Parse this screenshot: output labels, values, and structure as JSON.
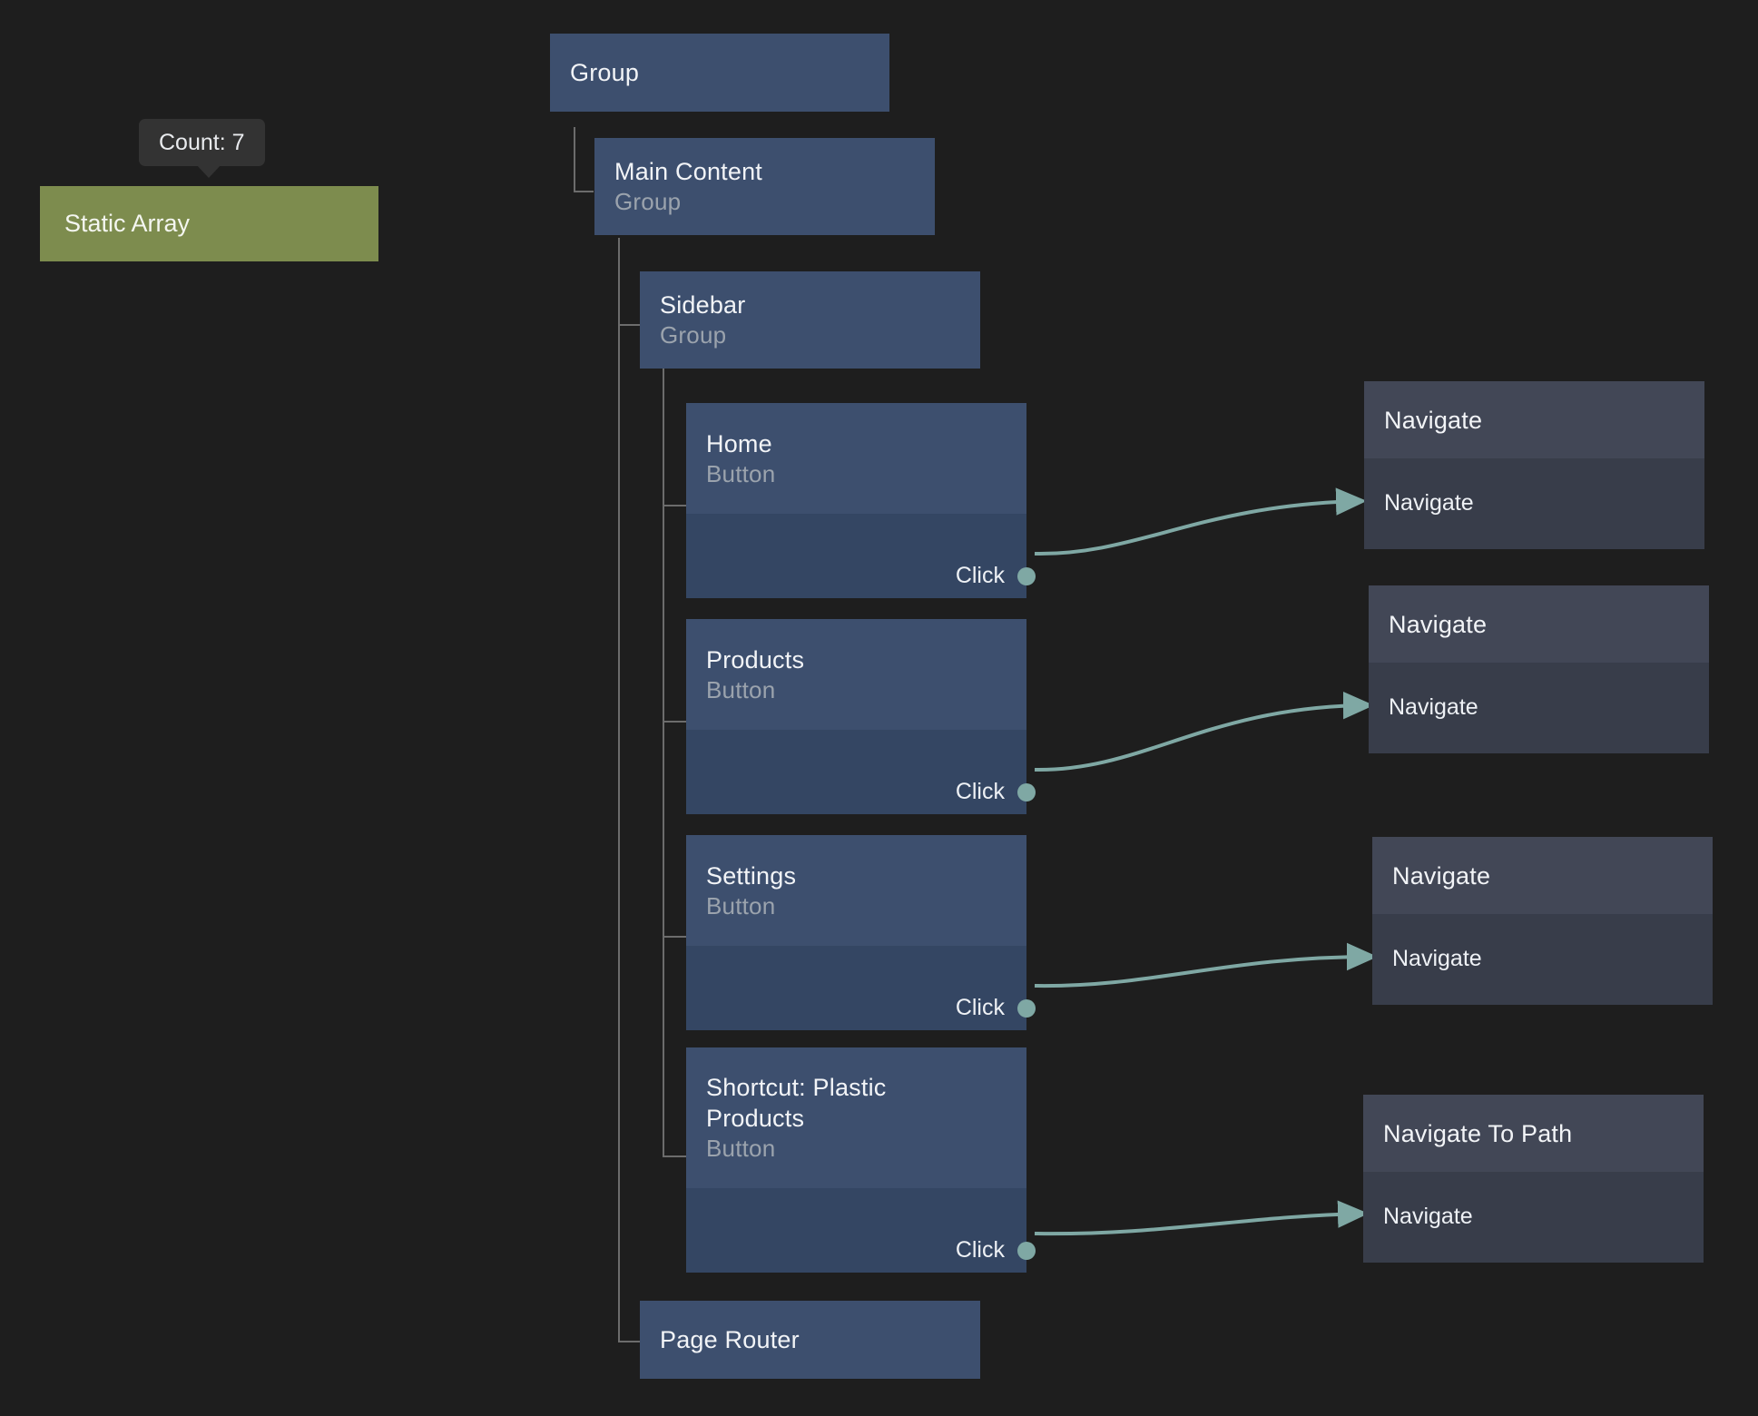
{
  "canvas": {
    "background": "#1e1e1e",
    "accent_connector": "#7fa8a4",
    "node_header_color": "#3d4f6e",
    "node_body_color": "#344663",
    "action_header_color": "#424756",
    "action_body_color": "#383d4a",
    "static_array_color": "#7d8c4e",
    "tree_line_color": "#6c6c6c"
  },
  "tooltip": {
    "text": "Count: 7"
  },
  "static_array": {
    "label": "Static Array"
  },
  "tree_nodes": [
    {
      "title": "Group",
      "subtitle": "",
      "port": ""
    },
    {
      "title": "Main Content",
      "subtitle": "Group",
      "port": ""
    },
    {
      "title": "Sidebar",
      "subtitle": "Group",
      "port": ""
    },
    {
      "title": "Home",
      "subtitle": "Button",
      "port": "Click"
    },
    {
      "title": "Products",
      "subtitle": "Button",
      "port": "Click"
    },
    {
      "title": "Settings",
      "subtitle": "Button",
      "port": "Click"
    },
    {
      "title": "Shortcut: Plastic Products",
      "subtitle": "Button",
      "port": "Click"
    },
    {
      "title": "Page Router",
      "subtitle": "",
      "port": ""
    }
  ],
  "action_nodes": [
    {
      "title": "Navigate",
      "input": "Navigate"
    },
    {
      "title": "Navigate",
      "input": "Navigate"
    },
    {
      "title": "Navigate",
      "input": "Navigate"
    },
    {
      "title": "Navigate To Path",
      "input": "Navigate"
    }
  ],
  "connections": [
    {
      "from": "Home",
      "from_port": "Click",
      "to": "Navigate",
      "to_port": "Navigate"
    },
    {
      "from": "Products",
      "from_port": "Click",
      "to": "Navigate",
      "to_port": "Navigate"
    },
    {
      "from": "Settings",
      "from_port": "Click",
      "to": "Navigate",
      "to_port": "Navigate"
    },
    {
      "from": "Shortcut: Plastic Products",
      "from_port": "Click",
      "to": "Navigate To Path",
      "to_port": "Navigate"
    }
  ]
}
